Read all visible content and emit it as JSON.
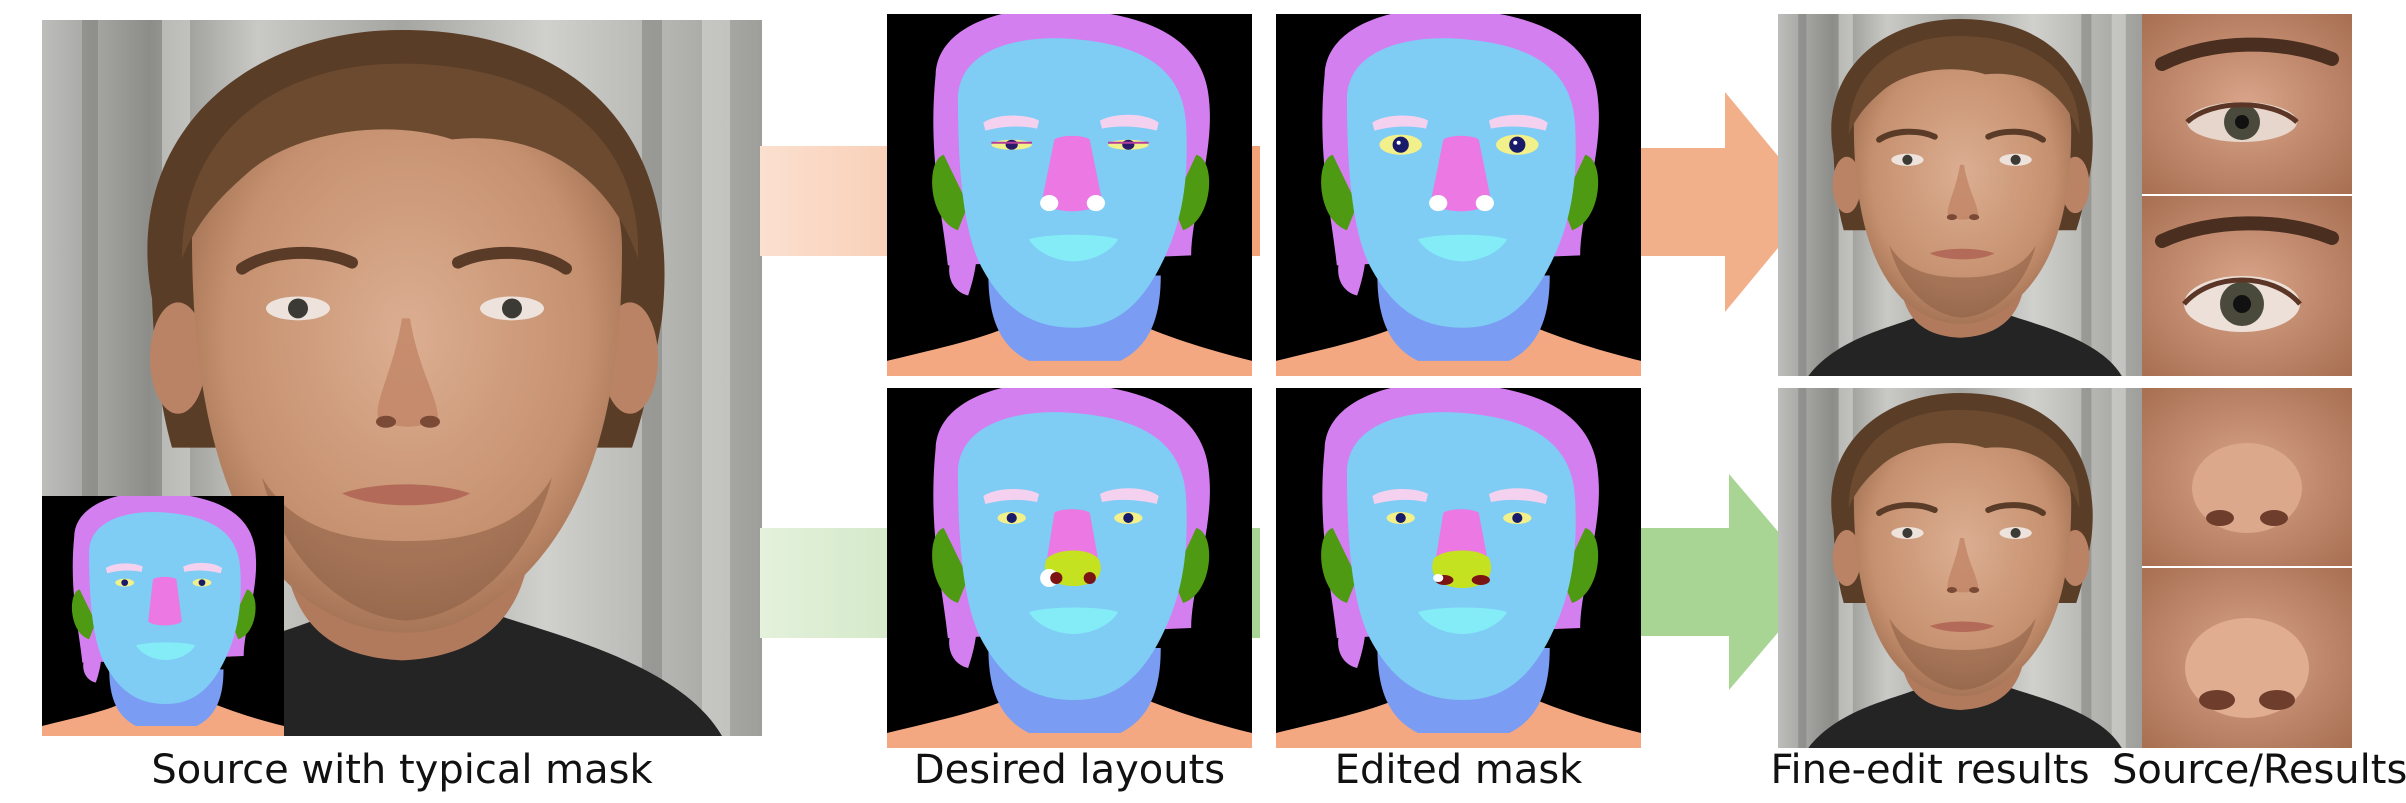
{
  "captions": {
    "source": "Source with typical mask",
    "desired": "Desired layouts",
    "edited": "Edited mask",
    "results": "Fine-edit results",
    "crops": "Source/Results"
  },
  "colors": {
    "hair": "#d47fef",
    "face": "#7fccf5",
    "neck": "#7a9cf2",
    "clothes": "#f4a882",
    "ear": "#4f9a13",
    "brow": "#f4d2ef",
    "nose": "#ec78e3",
    "lip": "#84ecf7",
    "eye_white": "#f2f08a",
    "iris": "#1a1a6a",
    "nostril_green": "#c4e21f",
    "nostril_red": "#7c1414",
    "arrow_orange": "#f2a377",
    "arrow_green": "#a8d494",
    "skin_photo": "#c9967a"
  }
}
